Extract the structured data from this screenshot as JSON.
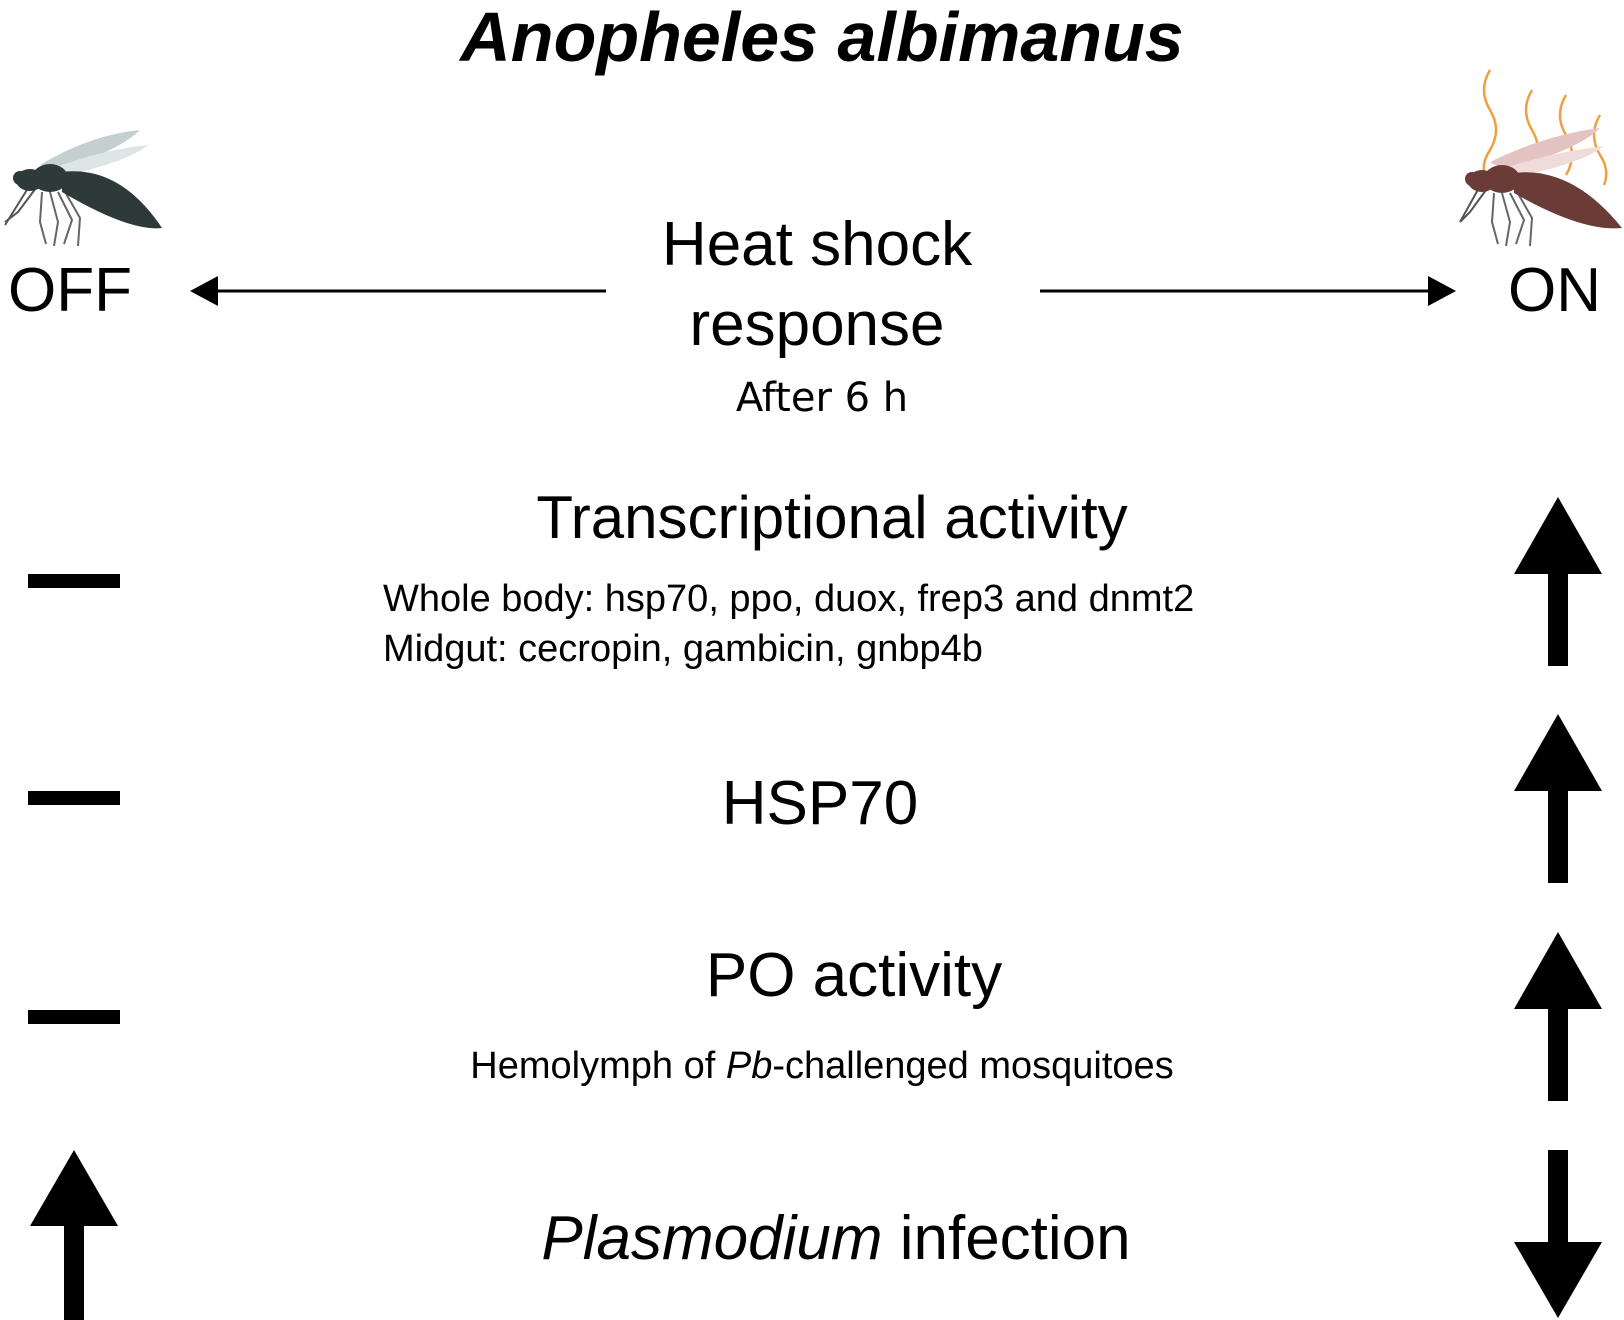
{
  "title": "Anopheles albimanus",
  "states": {
    "off": "OFF",
    "on": "ON"
  },
  "heat_shock": {
    "line1": "Heat shock",
    "line2": "response",
    "subtitle": "After 6 h"
  },
  "rows": {
    "transcription": {
      "heading": "Transcriptional activity",
      "detail1": "Whole body: hsp70, ppo, duox, frep3 and dnmt2",
      "detail2": "Midgut: cecropin, gambicin, gnbp4b",
      "off_effect": "unchanged",
      "on_effect": "increased"
    },
    "hsp70": {
      "heading": "HSP70",
      "off_effect": "unchanged",
      "on_effect": "increased"
    },
    "po": {
      "heading": "PO activity",
      "detail_italic": "Pb",
      "detail_rest": "-challenged mosquitoes",
      "detail_prefix": "Hemolymph of ",
      "off_effect": "unchanged",
      "on_effect": "increased"
    },
    "plasmodium": {
      "heading_italic": "Plasmodium",
      "heading_rest": " infection",
      "off_effect": "increased",
      "on_effect": "decreased"
    }
  },
  "icons": {
    "off_mosquito": "mosquito-dark-icon",
    "on_mosquito": "mosquito-heated-icon"
  },
  "colors": {
    "off_mosquito_body": "#2e3a3a",
    "on_mosquito_body": "#6b3b38",
    "heat_waves": "#f0a040",
    "wing": "#c8d4d4"
  }
}
